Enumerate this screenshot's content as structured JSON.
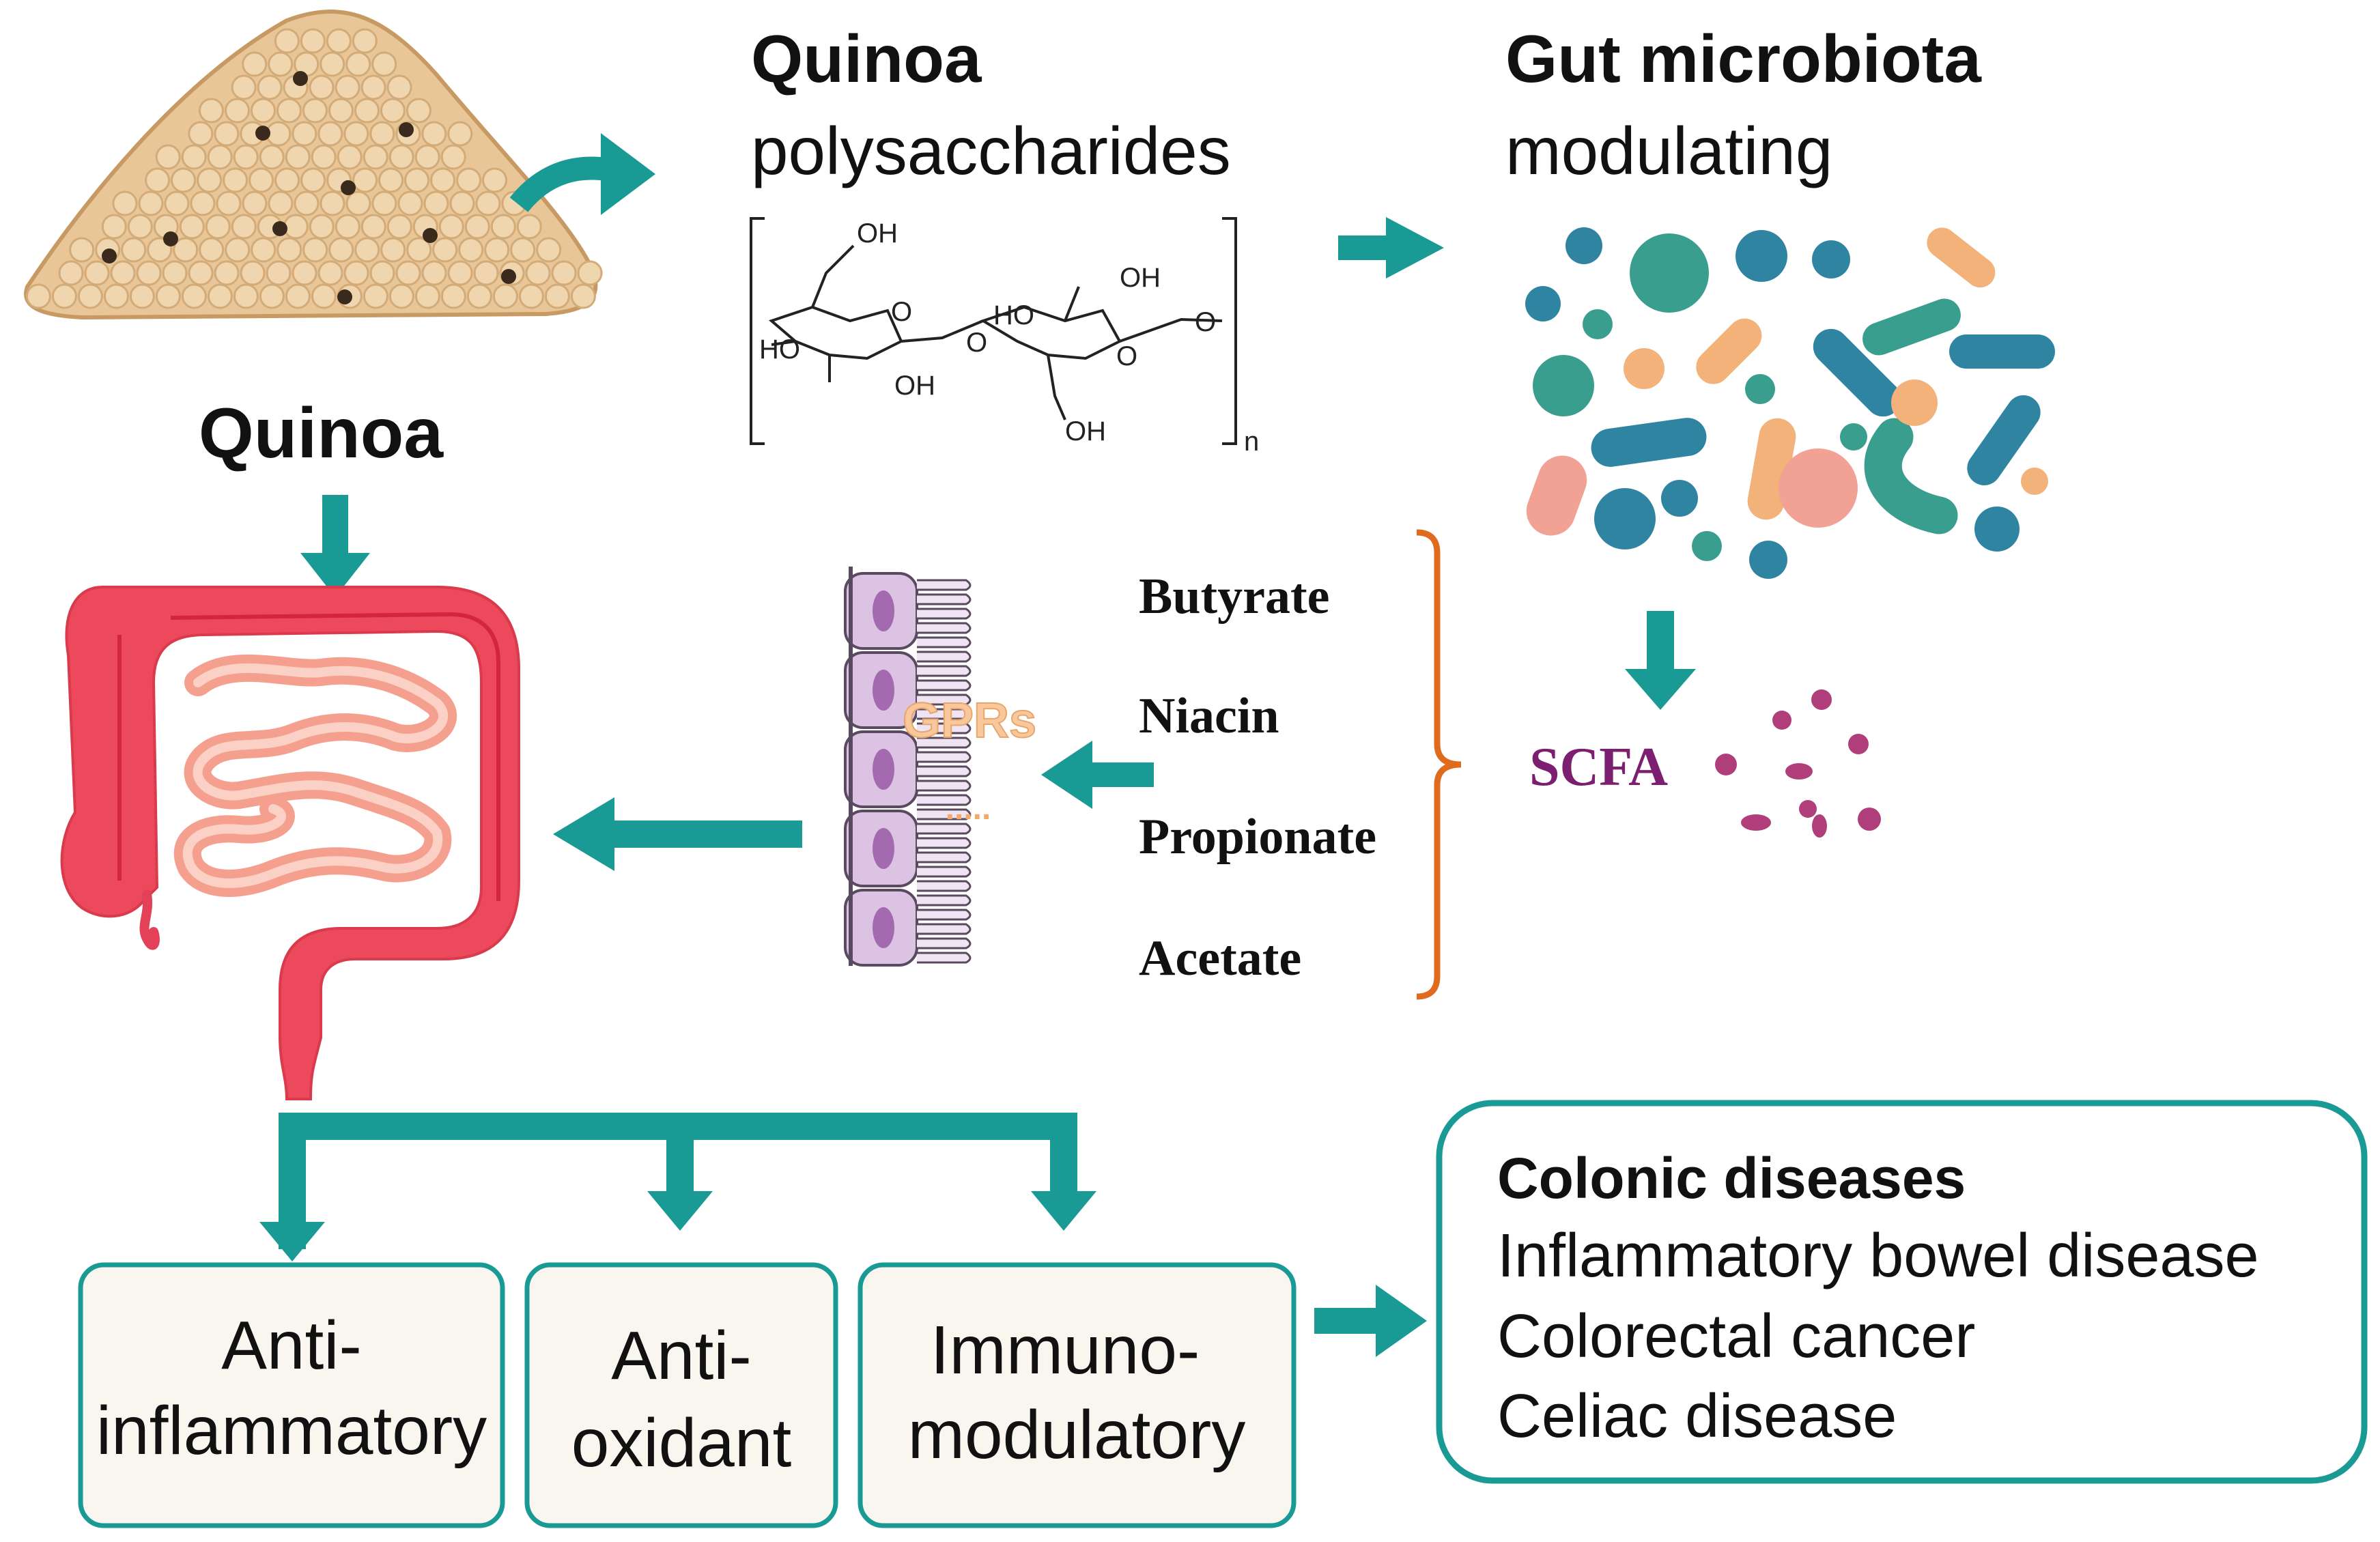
{
  "quinoa": {
    "label": "Quinoa"
  },
  "polysaccharide": {
    "title": "Quinoa",
    "subtitle": "polysaccharides",
    "chem_labels": [
      "OH",
      "HO",
      "OH",
      "O",
      "O",
      "HO",
      "OH",
      "O",
      "O",
      "OH"
    ],
    "subscript": "n"
  },
  "microbiota": {
    "title": "Gut microbiota",
    "subtitle": "modulating"
  },
  "scfa": {
    "label": "SCFA",
    "items": [
      "Butyrate",
      "Niacin",
      "Propionate",
      "Acetate"
    ]
  },
  "receptor": {
    "label": "GPRs",
    "dots": "....."
  },
  "effects": [
    {
      "line1": "Anti-",
      "line2": "inflammatory"
    },
    {
      "line1": "Anti-",
      "line2": "oxidant"
    },
    {
      "line1": "Immuno-",
      "line2": "modulatory"
    }
  ],
  "diseases": {
    "title": "Colonic diseases",
    "items": [
      "Inflammatory bowel disease",
      "Colorectal cancer",
      "Celiac disease"
    ]
  },
  "colors": {
    "arrow": "#1a9a95",
    "box_border": "#1a9a95",
    "box_fill": "#f8f6ee",
    "bracket": "#e06a1d",
    "scfa_text": "#7c1f70",
    "scfa_dots": "#b03e7a",
    "colon": "#ec4a5c",
    "small_intestine": "#f5a08f",
    "grain": "#e8c697",
    "cell": "#dcc3e3",
    "nucleus": "#a36ab0"
  }
}
